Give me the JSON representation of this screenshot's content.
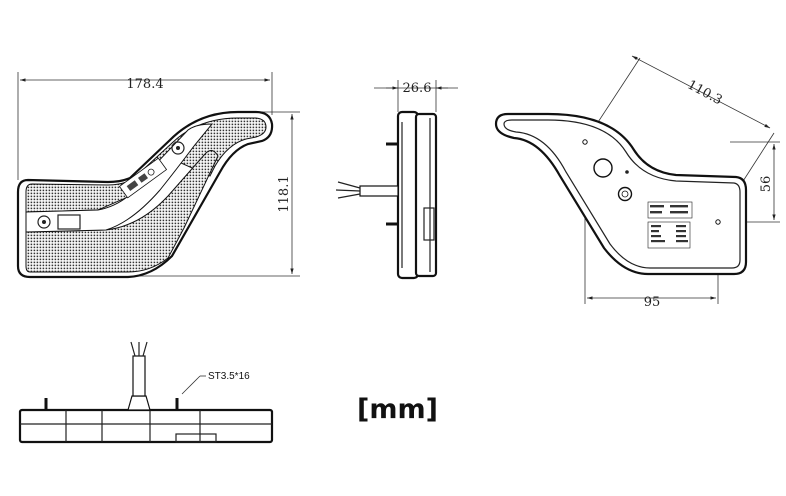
{
  "dimensions": {
    "front_width": "178.4",
    "front_height": "118.1",
    "side_depth": "26.6",
    "rear_diagonal": "110.3",
    "rear_height": "56",
    "rear_width": "95"
  },
  "screw_label": "ST3.5*16",
  "unit_label": "[mm]"
}
